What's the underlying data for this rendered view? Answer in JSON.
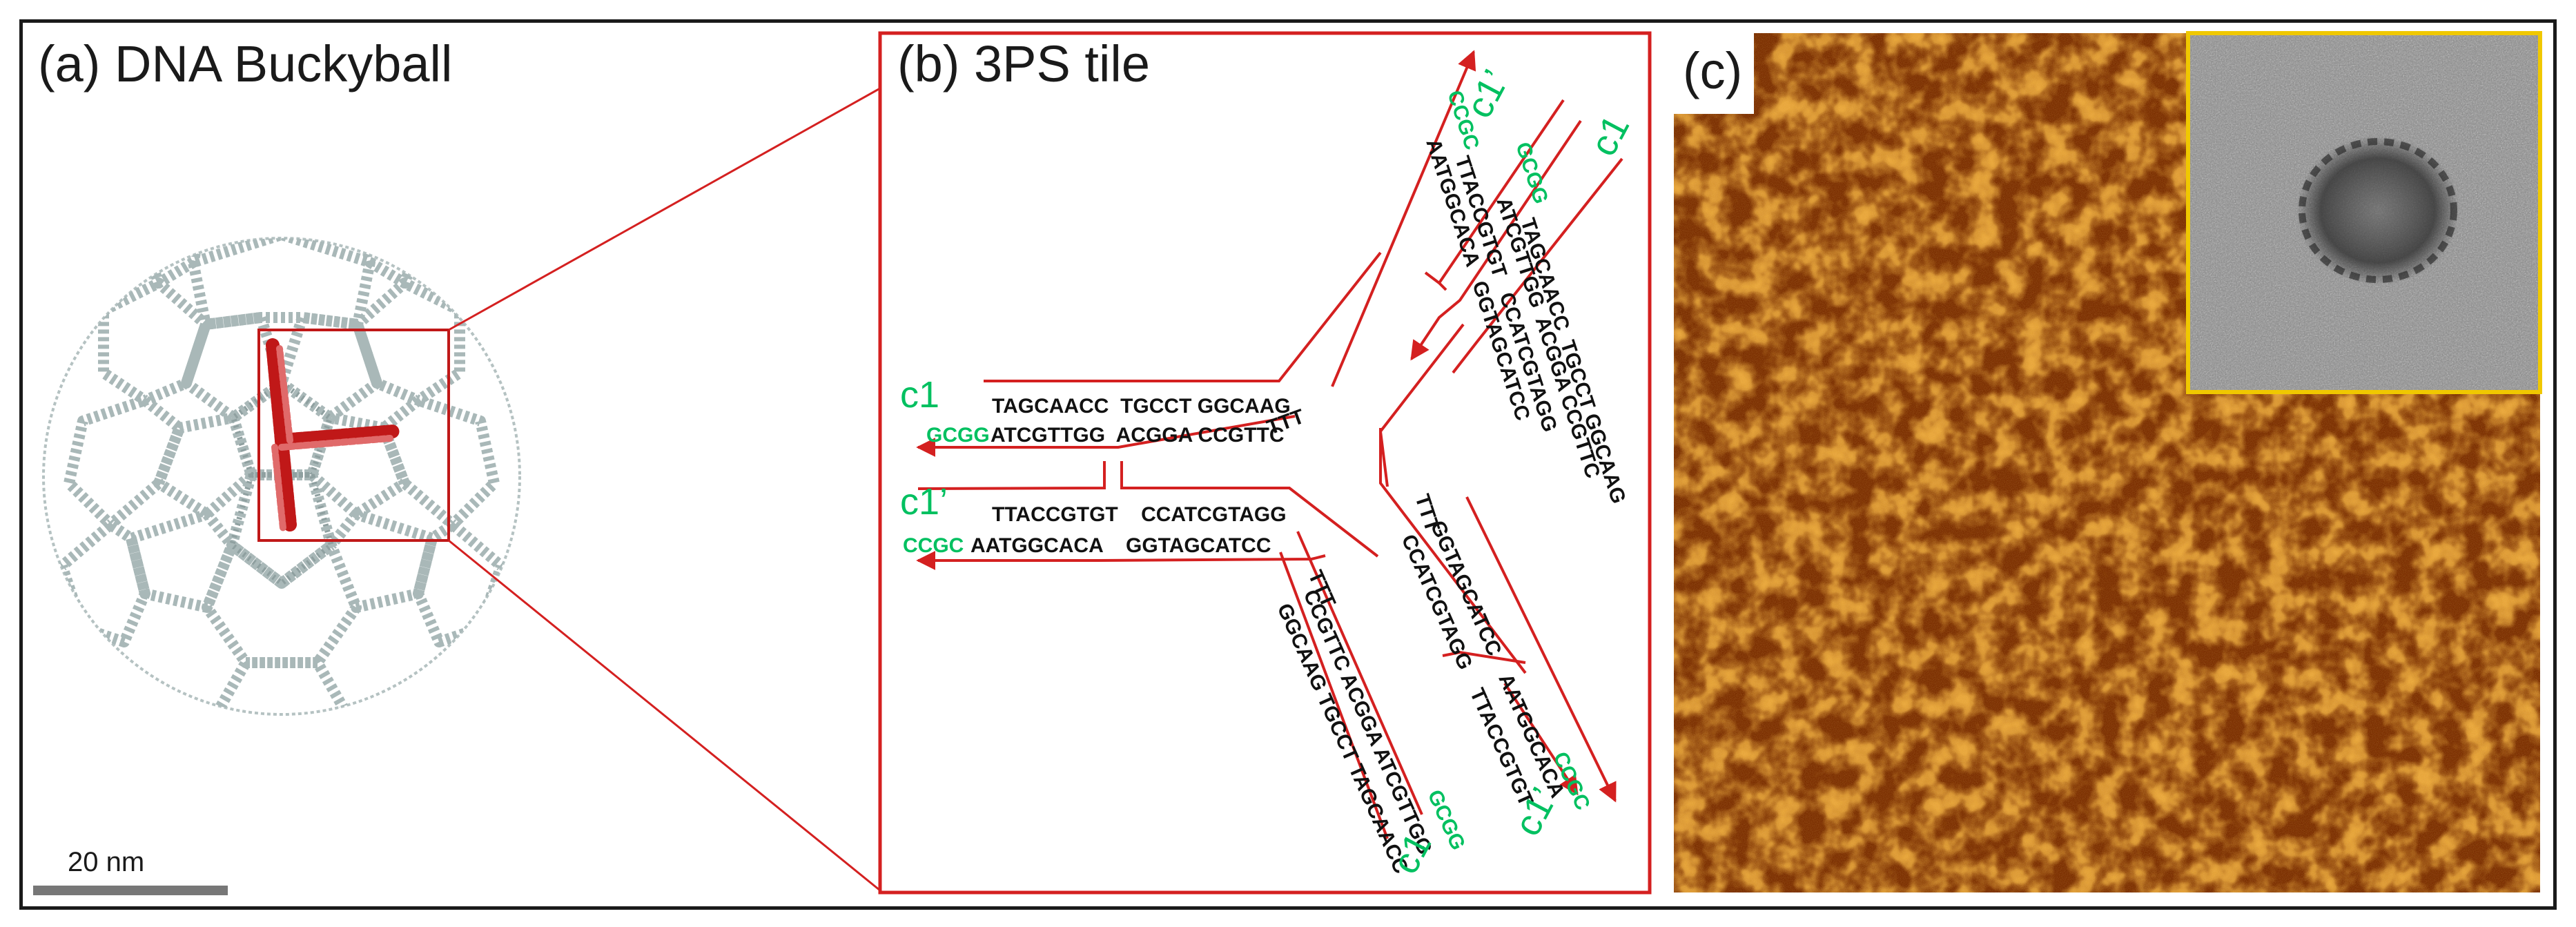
{
  "panels": {
    "a": {
      "label": "(a) DNA Buckyball",
      "scale_bar": "20 nm"
    },
    "b": {
      "label": "(b) 3PS tile"
    },
    "c": {
      "label": "(c)"
    }
  },
  "tile": {
    "arm_left": {
      "domain_top": "c1",
      "domain_bottom": "c1’",
      "top_strand": "TAGCAACC  TGCCT GGCAAG",
      "sticky_1": "GCGG",
      "strand_2": "ATCGTTGG  ACGGA CCGTTC",
      "loop": "TTT",
      "strand_3": "TTACCGTGT    CCATCGTAGG",
      "sticky_2": "CCGC",
      "strand_4": "AATGGCACA    GGTAGCATCC"
    },
    "arm_upper": {
      "domain_outer": "c1’",
      "domain_inner": "c1",
      "sticky_1": "CCGC",
      "strand_1": "AATGGCACA   GGTAGCATCC",
      "strand_2": "TTACCGTGT   CCATCGTAGG",
      "sticky_2": "GCGG",
      "strand_3": "ATCGTTGG  ACGGA CCGTTC",
      "strand_4": "TAGCAACC  TGCCT GGCAAG",
      "loop": "TTT"
    },
    "arm_lower": {
      "domain_1": "c1",
      "domain_2": "c1’",
      "loop_1": "TTT",
      "strand_1": "GGCAAG TGCCT TAGCAACC",
      "strand_2": "CCGTTC ACGGA ATCGTTGG",
      "sticky_1": "GCGG",
      "strand_3": "CCATCGTAGG    TTACCGTGT",
      "strand_4": "GGTAGCATCC    AATGGCACA",
      "sticky_2": "CCGC"
    }
  },
  "colors": {
    "frame": "#1a1a1a",
    "strand_red": "#d42020",
    "sticky_green": "#00c060",
    "highlight_red": "#c01818",
    "afm_dark": "#7a2e00",
    "afm_light": "#e8a63a",
    "inset_border": "#f0c800",
    "scale_bar": "#777777"
  }
}
